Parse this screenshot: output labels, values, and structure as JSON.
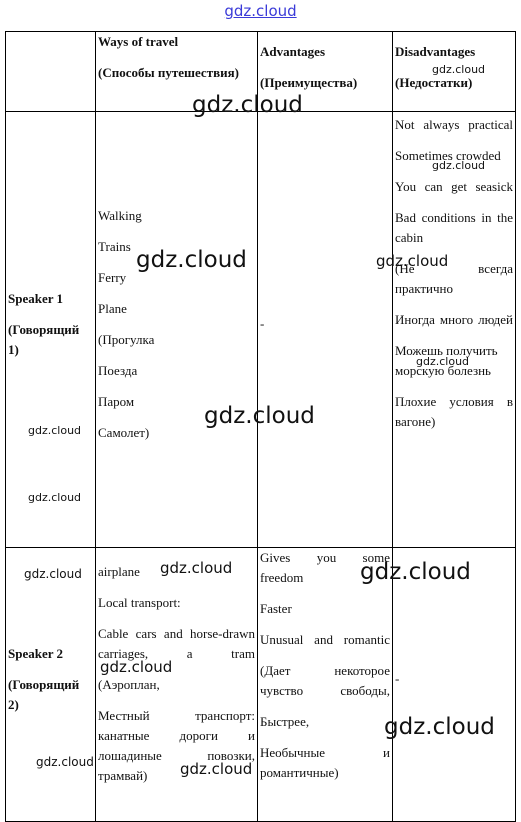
{
  "watermark": "gdz.cloud",
  "table": {
    "header": {
      "col2": [
        "Ways of travel",
        "(Способы путешествия)"
      ],
      "col3": [
        "Advantages",
        "(Преимущества)"
      ],
      "col4": [
        "Disadvantages",
        "(Недостатки)"
      ]
    },
    "row1": {
      "speaker": [
        "Speaker 1",
        "(Говорящий 1)"
      ],
      "ways": [
        "Walking",
        "Trains",
        "Ferry",
        "Plane",
        "(Прогулка",
        "Поезда",
        "Паром",
        "Самолет)"
      ],
      "advantages": "-",
      "disadvantages": [
        "Not always practical",
        "Sometimes crowded",
        "You can get seasick",
        "Bad conditions in the cabin",
        "(Не всегда практично",
        "Иногда много людей",
        "Можешь получить морскую болезнь",
        "Плохие условия в вагоне)"
      ]
    },
    "row2": {
      "speaker": [
        "Speaker 2",
        "(Говорящий 2)"
      ],
      "ways": [
        "airplane",
        "Local transport:",
        "Cable cars and horse-drawn carriages, a tram",
        "(Аэроплан,",
        "Местный транспорт: канатные дороги и лошадиные повозки, трамвай)"
      ],
      "advantages": [
        "Gives you some freedom",
        "Faster",
        "Unusual and romantic",
        "(Дает некоторое чувство свободы,",
        "Быстрее,",
        "Необычные и романтичные)"
      ],
      "disadvantages": "-"
    }
  }
}
